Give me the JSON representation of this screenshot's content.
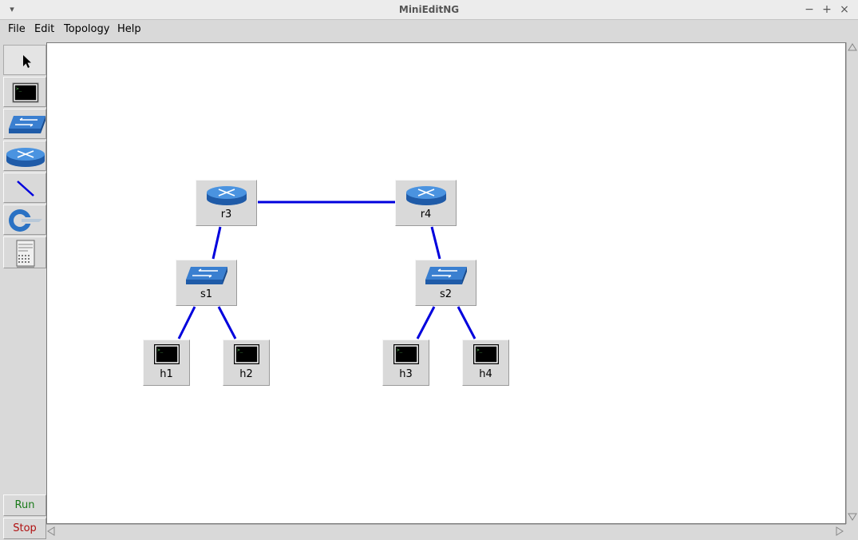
{
  "window": {
    "title": "MiniEditNG",
    "menu_icon": "chevron-down-icon",
    "minimize": "−",
    "maximize": "+",
    "close": "×"
  },
  "menu": {
    "file": "File",
    "edit": "Edit",
    "topology": "Topology",
    "help": "Help"
  },
  "toolbar": {
    "tools": [
      {
        "name": "select-tool",
        "icon": "pointer-icon"
      },
      {
        "name": "host-tool",
        "icon": "terminal-icon"
      },
      {
        "name": "switch-tool",
        "icon": "switch-icon"
      },
      {
        "name": "router-tool",
        "icon": "router-icon"
      },
      {
        "name": "link-tool",
        "icon": "link-icon"
      },
      {
        "name": "controller-tool",
        "icon": "controller-icon"
      },
      {
        "name": "netlink-tool",
        "icon": "server-icon"
      }
    ],
    "run": "Run",
    "stop": "Stop",
    "run_color": "#1a7a1a",
    "stop_color": "#b01010"
  },
  "topology": {
    "link_color": "#0000dd",
    "routers": [
      {
        "label": "r3"
      },
      {
        "label": "r4"
      }
    ],
    "switches": [
      {
        "label": "s1"
      },
      {
        "label": "s2"
      }
    ],
    "hosts": [
      {
        "label": "h1"
      },
      {
        "label": "h2"
      },
      {
        "label": "h3"
      },
      {
        "label": "h4"
      }
    ]
  }
}
